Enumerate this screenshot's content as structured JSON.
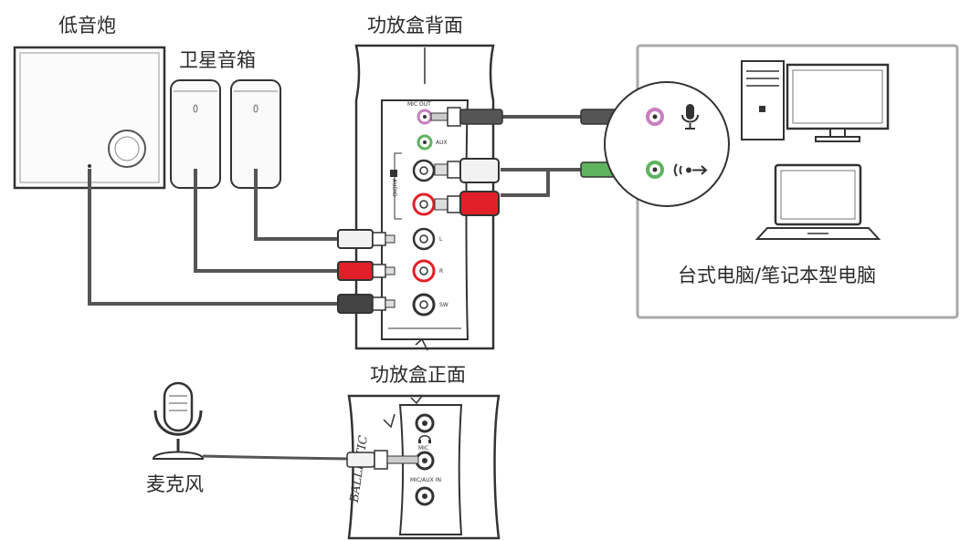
{
  "labels": {
    "subwoofer": "低音炮",
    "satellite": "卫星音箱",
    "amp_back": "功放盒背面",
    "amp_front": "功放盒正面",
    "computer": "台式电脑/笔记本型电脑",
    "microphone": "麦克风"
  },
  "panel_labels": {
    "mic_out": "MIC OUT",
    "aux": "AUX",
    "audio": "AUDIO",
    "left": "L",
    "right": "R",
    "sw": "SW",
    "front_mic": "MIC",
    "front_aux_in": "MIC/AUX IN",
    "brand": "BALLISTIC"
  },
  "colors": {
    "mic_pink": "#c77fc0",
    "line_green": "#5fb35f",
    "rca_red": "#e1202a",
    "rca_white": "#f2f2f2",
    "rca_dark": "#444444",
    "outline": "#333333",
    "frame_gray": "#9a9a9a"
  },
  "icons": [
    "microphone-icon",
    "speaker-audio-icon",
    "desktop-computer-icon",
    "laptop-icon",
    "headphone-icon"
  ]
}
